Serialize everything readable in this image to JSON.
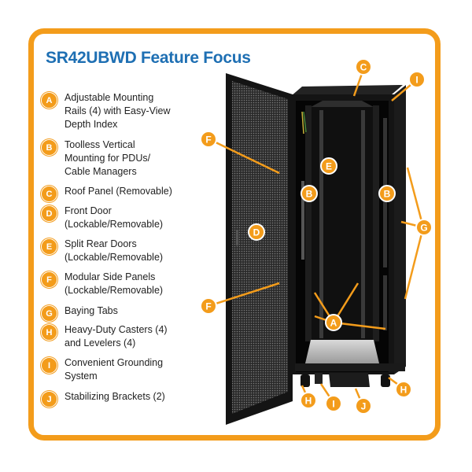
{
  "title": "SR42UBWD Feature Focus",
  "colors": {
    "accent": "#f39c1b",
    "title": "#1e6fb3",
    "rack": "#141414"
  },
  "legend": [
    {
      "letter": "A",
      "text": "Adjustable Mounting\nRails (4) with Easy-View\nDepth Index"
    },
    {
      "letter": "B",
      "text": "Toolless Vertical\nMounting for PDUs/\nCable Managers"
    },
    {
      "letter": "C",
      "text": "Roof Panel (Removable)"
    },
    {
      "letter": "D",
      "text": "Front Door\n(Lockable/Removable)"
    },
    {
      "letter": "E",
      "text": "Split Rear Doors\n(Lockable/Removable)"
    },
    {
      "letter": "F",
      "text": "Modular Side Panels\n(Lockable/Removable)"
    },
    {
      "letter": "G",
      "text": "Baying Tabs"
    },
    {
      "letter": "H",
      "text": "Heavy-Duty Casters (4)\nand Levelers (4)"
    },
    {
      "letter": "I",
      "text": "Convenient Grounding\nSystem"
    },
    {
      "letter": "J",
      "text": "Stabilizing Brackets (2)"
    }
  ],
  "callouts": {
    "c": "C",
    "i_top": "I",
    "f_top": "F",
    "e": "E",
    "b_left": "B",
    "b_right": "B",
    "g": "G",
    "d": "D",
    "f_bottom": "F",
    "a": "A",
    "h_left": "H",
    "i_bottom": "I",
    "j": "J",
    "h_right": "H"
  }
}
